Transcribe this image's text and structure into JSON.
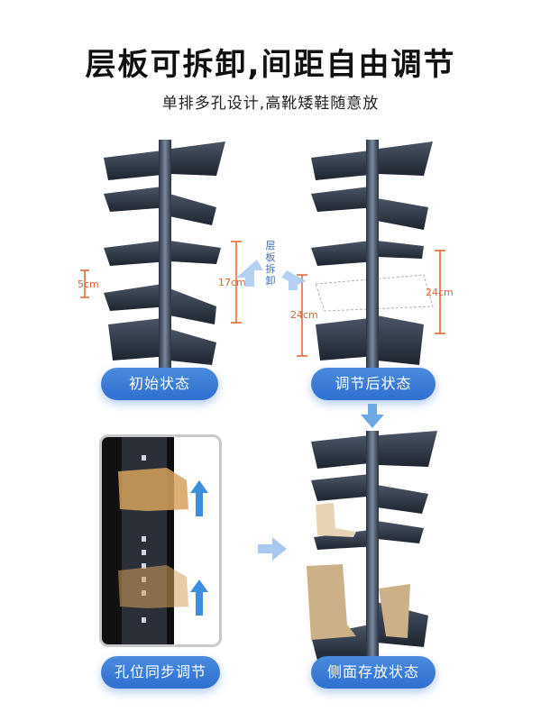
{
  "header": {
    "title": "层板可拆卸,间距自由调节",
    "subtitle": "单排多孔设计,高靴矮鞋随意放"
  },
  "panels": {
    "initial_label": "初始状态",
    "adjusted_label": "调节后状态",
    "sync_label": "孔位同步调节",
    "side_label": "侧面存放状态"
  },
  "annotations": {
    "remove_label": [
      "层",
      "板",
      "拆",
      "卸"
    ],
    "dim_5": "5cm",
    "dim_17": "17cm",
    "dim_24_left": "24cm",
    "dim_24_right": "24cm"
  },
  "colors": {
    "accent_blue": "#2f6fd0",
    "dimension_orange": "#e2622b",
    "shelf_dark": "#2b3442"
  },
  "icons": {
    "down_arrow": "arrow-down-icon",
    "right_arrow": "arrow-right-icon",
    "up_arrow": "arrow-up-icon"
  }
}
